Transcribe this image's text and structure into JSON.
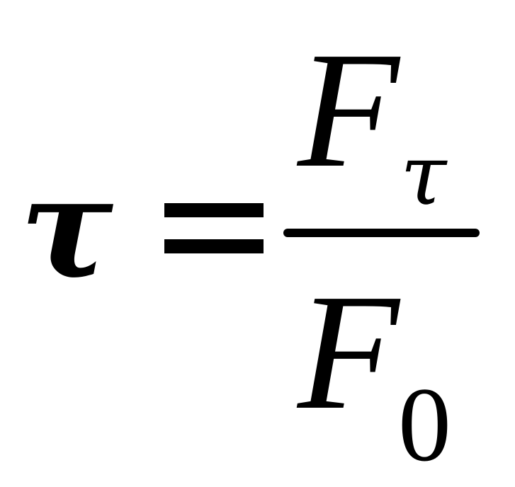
{
  "formula": {
    "lhs": "τ",
    "numerator": {
      "base": "F",
      "subscript": "τ"
    },
    "denominator": {
      "base": "F",
      "subscript": "0"
    }
  },
  "colors": {
    "ink": "#000000",
    "background": "#ffffff"
  }
}
